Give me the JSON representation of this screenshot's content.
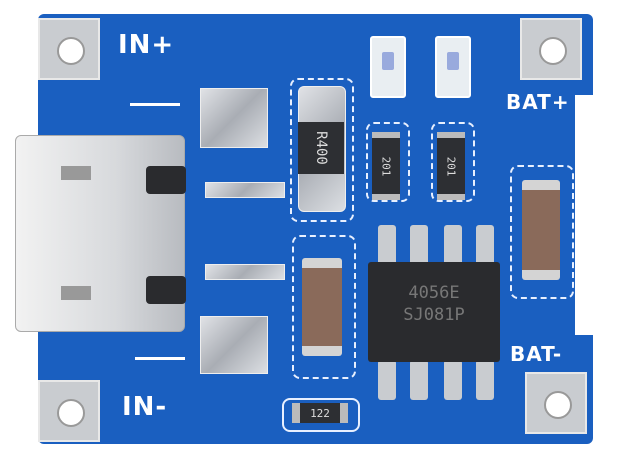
{
  "labels": {
    "in_plus": "IN+",
    "in_minus": "IN-",
    "bat_plus": "BAT+",
    "bat_minus": "BAT-"
  },
  "components": {
    "current_resistor": "R400",
    "resistor_1": "201",
    "resistor_2": "201",
    "ic_line1": "4056E",
    "ic_line2": "SJ081P",
    "prog_resistor": "122"
  },
  "colors": {
    "board": "#1a5fc0",
    "silkscreen": "#ffffff"
  }
}
